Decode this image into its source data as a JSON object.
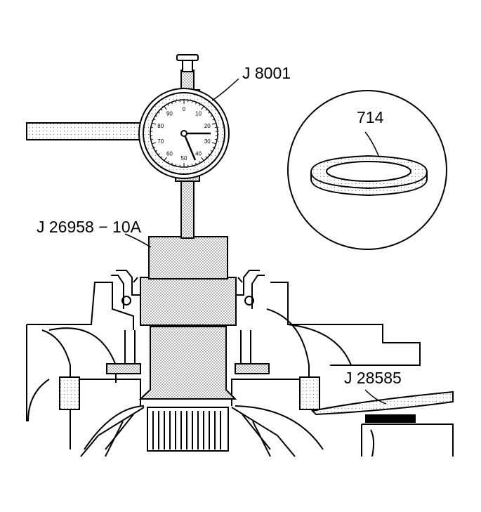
{
  "labels": {
    "indicator": "J 8001",
    "washer": "714",
    "gauge_block": "J 26958 − 10A",
    "feeler": "J 28585"
  },
  "dial": {
    "numbers": [
      "0",
      "10",
      "20",
      "30",
      "40",
      "50",
      "60",
      "70",
      "80",
      "90"
    ]
  },
  "colors": {
    "line": "#000000",
    "stipple": "#d9d9d9",
    "background": "#ffffff"
  }
}
